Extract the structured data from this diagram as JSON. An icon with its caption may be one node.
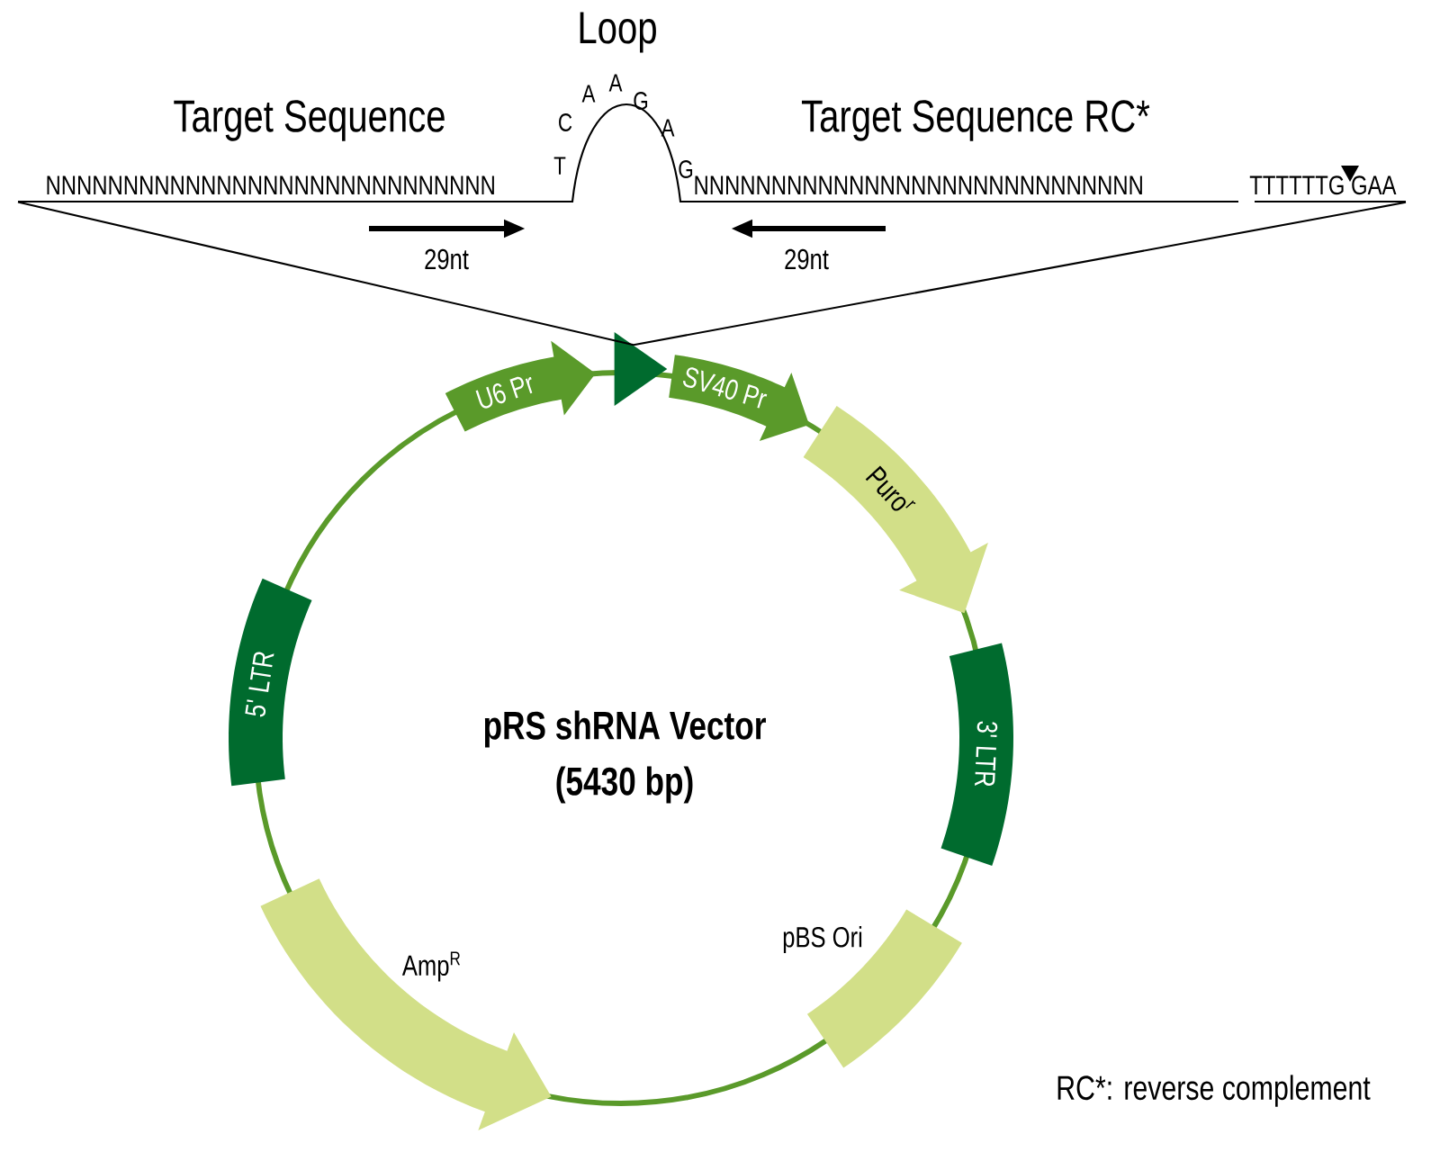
{
  "diagram": {
    "nodes": [
      {
        "text": [
          "NNNNNNNNNNNNNNNNNNNNNNNNNNNNN"
        ]
      },
      {
        "text": [
          "NNNNNNNNNNNNNNNNNNNNNNNNNNNNN"
        ]
      },
      {
        "text": [
          "TTTTTTG GAA"
        ]
      },
      {
        "text": [
          "U6 Pr"
        ]
      },
      {
        "text": [],
        "shape": "triangle"
      },
      {
        "text": [
          "SV40 Pr"
        ]
      },
      {
        "text": [
          "Puro$^{r}$"
        ]
      },
      {
        "text": [
          "3' LTR"
        ]
      },
      {
        "text": [
          "pBS Ori"
        ]
      },
      {
        "text": [
          "Amp$^{R}$"
        ]
      },
      {
        "text": [
          "5' LTR"
        ]
      }
    ],
    "edges": [
      {
        "from": 4,
        "to": 0,
        "arrow": "none"
      },
      {
        "from": 4,
        "to": 2,
        "arrow": "none"
      }
    ],
    "labels": [
      "Loop",
      "Target Sequence",
      "A",
      "A",
      "C",
      "G",
      "T",
      "A",
      "G",
      "Target Sequence RC*",
      "29nt",
      "29nt",
      "pRS shRNA Vector",
      "(5430 bp)",
      "RC*: reverse complement"
    ]
  }
}
